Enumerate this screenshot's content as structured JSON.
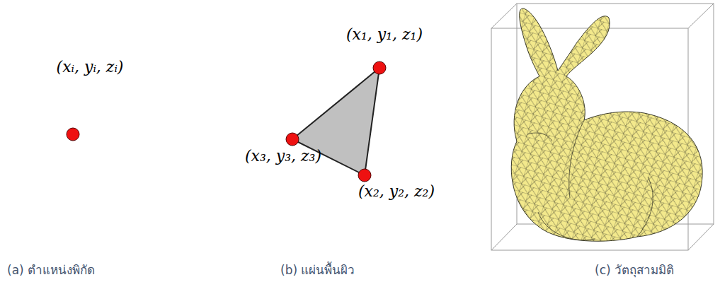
{
  "diagram": {
    "labels": [
      "(xᵢ, yᵢ, zᵢ)",
      "(x₁, y₁, z₁)",
      "(x₃, y₃, z₃)",
      "(x₂, y₂, z₂)",
      "(a) ตำแหน่งพิกัด",
      "(b) แผ่นพื้นผิว",
      "(c) วัตถุสามมิติ"
    ]
  }
}
